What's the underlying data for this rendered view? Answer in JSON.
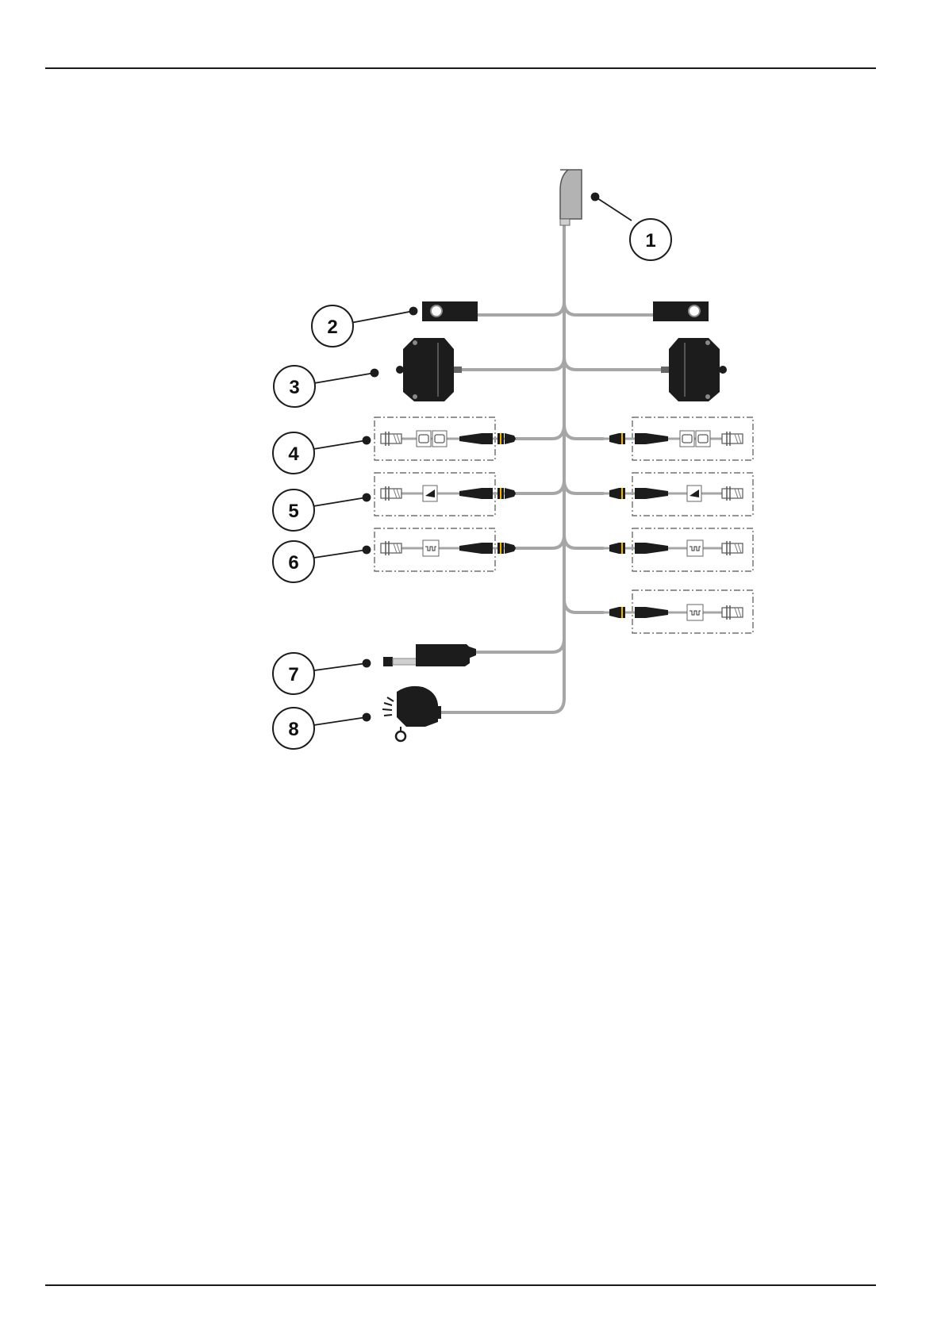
{
  "callouts": [
    {
      "label": "1"
    },
    {
      "label": "2"
    },
    {
      "label": "3"
    },
    {
      "label": "4"
    },
    {
      "label": "5"
    },
    {
      "label": "6"
    },
    {
      "label": "7"
    },
    {
      "label": "8"
    }
  ],
  "colors": {
    "cable": "#a6a6a6",
    "component": "#1c1c1c",
    "connector_band": "#f2b705",
    "control_unit": "#b3b3b3"
  }
}
